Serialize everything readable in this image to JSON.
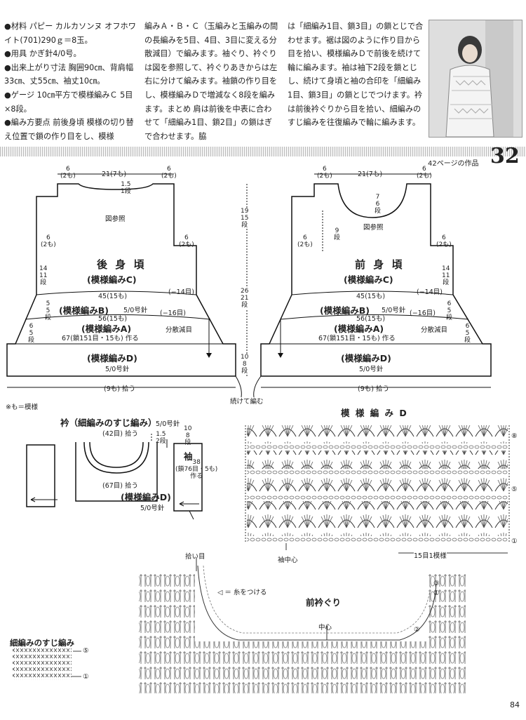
{
  "instructions": {
    "col1": "●材料 パピー カルカソンヌ オフホワイト(701)290ｇ＝8玉。\n●用具 かぎ針4/0号。\n●出来上がり寸法 胸囲90㎝、背肩幅33㎝、丈55㎝、袖丈10㎝。\n●ゲージ 10㎝平方で模様編みＣ 5目×8段。\n●編み方要点 前後身頃 模様の切り替え位置で鎖の作り目をし、模様",
    "col2": "編みＡ・Ｂ・Ｃ（玉編みと玉編みの間の長編みを5目、4目、3目に変える分散減目）で編みます。袖ぐり、衿ぐりは図を参照して、衿ぐりあきからは左右に分けて編みます。袖鎖の作り目をし、模様編みＤで増減なく8段を編みます。まとめ 肩は前後を中表に合わせて「細編み1目、鎖2目」の鎖はぎで合わせます。脇",
    "col3": "は「細編み1目、鎖3目」の鎖とじで合わせます。裾は図のように作り目から目を拾い、模様編みＤで前後を続けて輪に編みます。袖は袖下2段を鎖とじし、続けて身頃と袖の合印を「細編み1目、鎖3目」の鎖とじでつけます。衿は前後衿ぐりから目を拾い、細編みのすじ編みを往復編みで輪に編みます。"
  },
  "header": {
    "ref_text": "42ページの作品",
    "pattern_number": "32"
  },
  "back_body": {
    "title": "後 身 頃",
    "subtitle": "(模様編みC)",
    "see_figure": "図参照",
    "shoulder_left": "6\n(2も)",
    "neck_width": "21(7も)",
    "shoulder_right": "6\n(2も)",
    "neck_drop": "1.5\n1段",
    "armhole_left": "6\n(2も)",
    "armhole_right": "6\n(2も)",
    "underarm": "14\n11\n段",
    "width_c": "45(15も)",
    "dec_c": "(−14目)",
    "label_b": "(模様編みB)",
    "hook_b": "5/0号針",
    "rows_b": "5\n5\n段",
    "width_b": "56(15も)",
    "dec_b": "(−16目)",
    "label_a": "(模様編みA)",
    "dist_dec": "分散減目",
    "rows_a": "6\n5\n段",
    "chain_start": "67(鎖151目・15も) 作る",
    "label_d": "(模様編みD)",
    "hook_d": "5/0号針",
    "pickup": "(9も) 拾う"
  },
  "front_body": {
    "title": "前 身 頃",
    "subtitle": "(模様編みC)",
    "see_figure": "図参照",
    "shoulder_left": "6\n(2も)",
    "neck_width": "21(7も)",
    "shoulder_right": "6\n(2も)",
    "neck_drop": "7\n6\n段",
    "neck_side": "9\n段",
    "armhole_left": "6\n(2も)",
    "armhole_right": "6\n(2も)",
    "underarm": "14\n11\n段",
    "width_c": "45(15も)",
    "dec_c": "(−14目)",
    "label_b": "(模様編みB)",
    "hook_b": "5/0号針",
    "rows_b": "6\n5\n段",
    "width_b": "56(15も)",
    "dec_b": "(−16目)",
    "label_a": "(模様編みA)",
    "dist_dec": "分散減目",
    "rows_a": "6\n5\n段",
    "chain_start": "67(鎖151目・15も) 作る",
    "label_d": "(模様編みD)",
    "hook_d": "5/0号針",
    "pickup": "(9も) 拾う"
  },
  "center_dims": {
    "armhole_depth": "19\n15\n段",
    "body_length": "26\n21\n段",
    "hem_depth": "10\n8\n段",
    "continue": "続けて編む"
  },
  "note": "※も＝模様",
  "collar": {
    "title": "衿（細編みのすじ編み）",
    "hook": "5/0号針",
    "pickup_top": "(42目) 拾う",
    "depth": "1.5\n2段",
    "pickup_bottom": "(67目) 拾う"
  },
  "sleeve": {
    "title": "袖",
    "length": "10\n8\n段",
    "width": "38\n(鎖76目・5も)\n作る",
    "label_d": "(模様編みD)",
    "hook": "5/0号針"
  },
  "pattern_d": {
    "title": "模 様 編 み D",
    "row8": "⑧",
    "row5": "⑤",
    "row1": "①",
    "center": "袖中心",
    "repeat": "15目1模様"
  },
  "front_neck": {
    "title": "前衿ぐり",
    "pickup_mark": "拾い目",
    "yarn_note": "◁ ＝ 糸をつける",
    "center": "中心",
    "rows": [
      "③",
      "①",
      "②"
    ]
  },
  "sc_rib": {
    "title": "細編みのすじ編み",
    "row5": "⑤",
    "row1": "①"
  },
  "page_number": "84"
}
